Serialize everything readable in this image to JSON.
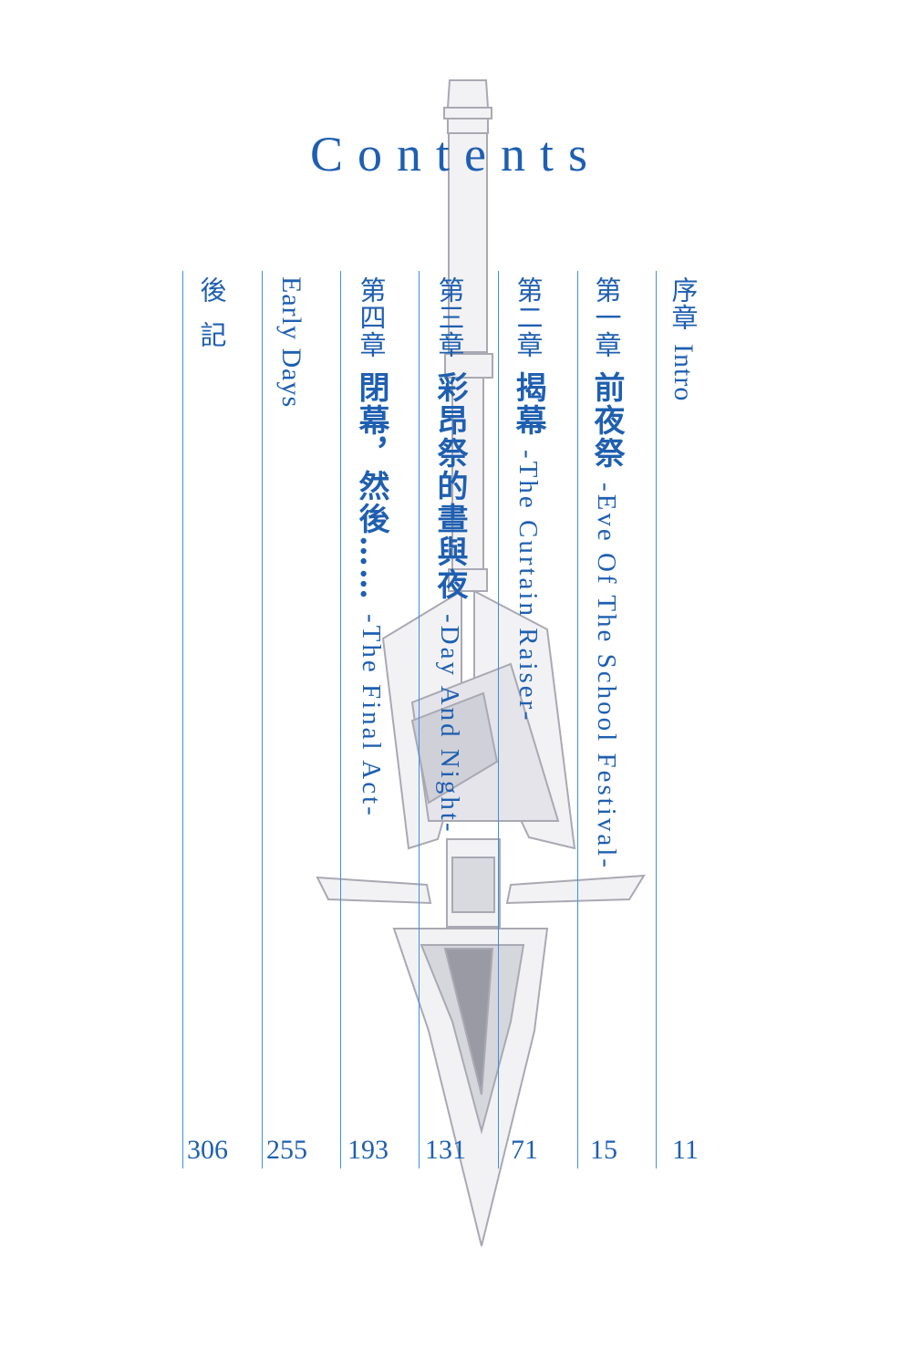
{
  "title": "Contents",
  "entries": [
    {
      "num": "序章",
      "title": "",
      "sub": "Intro",
      "page": "11"
    },
    {
      "num": "第一章",
      "title": "前夜祭",
      "sub": "-Eve Of The School Festival-",
      "page": "15"
    },
    {
      "num": "第二章",
      "title": "揭幕",
      "sub": "-The Curtain Raiser-",
      "page": "71"
    },
    {
      "num": "第三章",
      "title": "彩昂祭的晝與夜",
      "sub": "-Day And Night-",
      "page": "131"
    },
    {
      "num": "第四章",
      "title": "閉幕，然後……",
      "sub": "-The Final Act-",
      "page": "193"
    },
    {
      "num": "",
      "title": "",
      "sub": "Early Days",
      "page": "255"
    },
    {
      "num": "後記",
      "title": "",
      "sub": "",
      "page": "306"
    }
  ],
  "colors": {
    "text": "#1f5fb0",
    "rule": "#3f8ee8",
    "illustration": "#b8b8c0"
  }
}
